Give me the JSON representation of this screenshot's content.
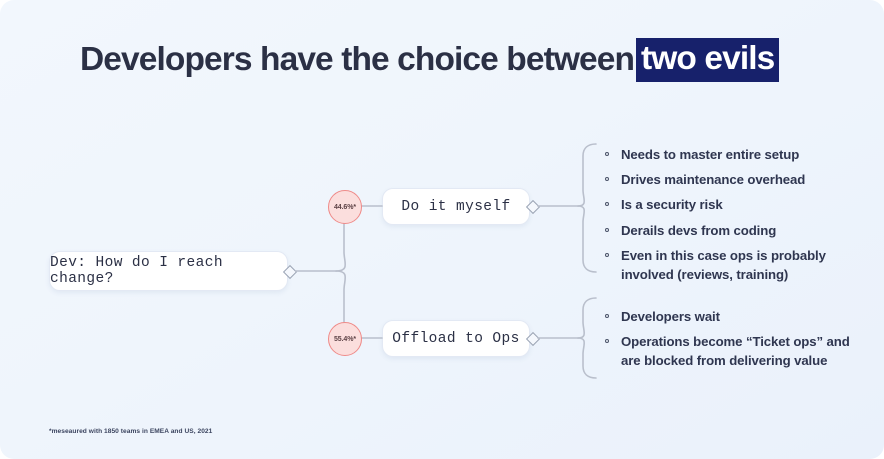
{
  "title": {
    "plain": "Developers have the choice between",
    "highlight": "two evils",
    "highlight_color": "#17216b",
    "text_color": "#2b3045"
  },
  "diagram": {
    "root": {
      "label": "Dev: How do I reach change?"
    },
    "branches": [
      {
        "badge": "44.6%*",
        "badge_value": 44.6,
        "node_label": "Do it myself",
        "bullets": [
          "Needs to master entire setup",
          "Drives maintenance overhead",
          "Is a security risk",
          "Derails devs from coding",
          "Even in this case ops is probably involved (reviews, training)"
        ]
      },
      {
        "badge": "55.4%*",
        "badge_value": 55.4,
        "node_label": "Offload to Ops",
        "bullets": [
          "Developers wait",
          "Operations become “Ticket ops” and are blocked from delivering value"
        ]
      }
    ],
    "badge_fill": "#fbdedd",
    "badge_border": "#ef8a88",
    "wire_color": "#b9bfcc"
  },
  "footnote": "*meseaured with 1850 teams in EMEA and US, 2021"
}
